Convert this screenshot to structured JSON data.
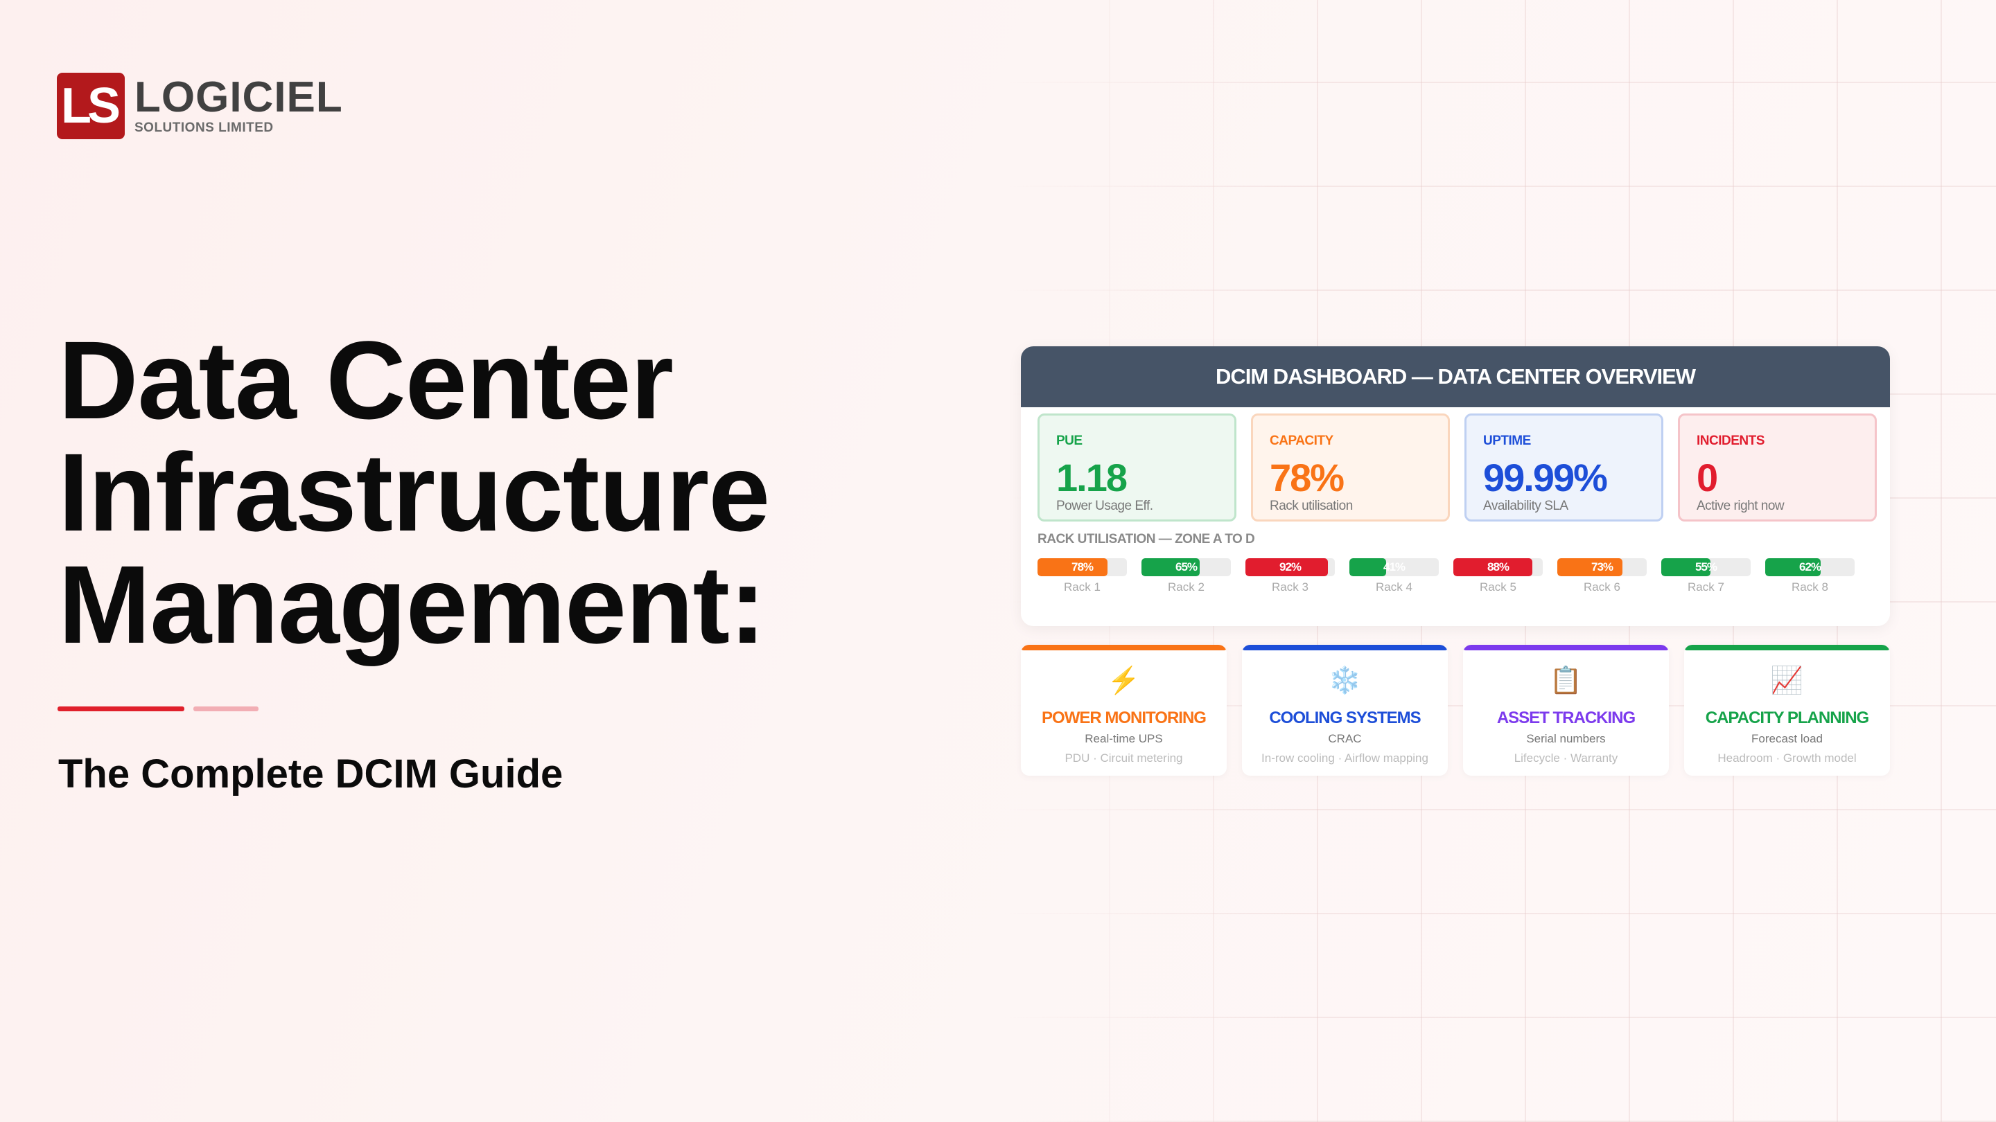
{
  "logo": {
    "mark": "LS",
    "name": "LOGICIEL",
    "tagline": "SOLUTIONS LIMITED"
  },
  "hero": {
    "title_lines": [
      "Data Center",
      "Infrastructure",
      "Management:"
    ],
    "subtitle": "The Complete DCIM Guide"
  },
  "dashboard": {
    "title": "DCIM DASHBOARD — DATA CENTER OVERVIEW",
    "kpis": [
      {
        "label": "PUE",
        "value": "1.18",
        "sub": "Power Usage Eff.",
        "color": "#16a34a",
        "bg": "#eef8f1",
        "border": "#bfe5cb"
      },
      {
        "label": "CAPACITY",
        "value": "78%",
        "sub": "Rack utilisation",
        "color": "#f97316",
        "bg": "#fff4ec",
        "border": "#fad6bd"
      },
      {
        "label": "UPTIME",
        "value": "99.99%",
        "sub": "Availability SLA",
        "color": "#1d4ed8",
        "bg": "#eef3fc",
        "border": "#bfd0f2"
      },
      {
        "label": "INCIDENTS",
        "value": "0",
        "sub": "Active right now",
        "color": "#e11d2e",
        "bg": "#fdeeee",
        "border": "#f5c4c9"
      }
    ],
    "rack_title": "RACK UTILISATION — ZONE A TO D",
    "racks": [
      {
        "name": "Rack 1",
        "label": "78%",
        "value": 78,
        "color": "#f97316"
      },
      {
        "name": "Rack 2",
        "label": "65%",
        "value": 65,
        "color": "#16a34a"
      },
      {
        "name": "Rack 3",
        "label": "92%",
        "value": 92,
        "color": "#e11d2e"
      },
      {
        "name": "Rack 4",
        "label": "41%",
        "value": 41,
        "color": "#16a34a"
      },
      {
        "name": "Rack 5",
        "label": "88%",
        "value": 88,
        "color": "#e11d2e"
      },
      {
        "name": "Rack 6",
        "label": "73%",
        "value": 73,
        "color": "#f97316"
      },
      {
        "name": "Rack 7",
        "label": "55%",
        "value": 55,
        "color": "#16a34a"
      },
      {
        "name": "Rack 8",
        "label": "62%",
        "value": 62,
        "color": "#16a34a"
      }
    ]
  },
  "features": [
    {
      "icon": "lightning-icon",
      "glyph": "⚡",
      "title": "POWER MONITORING",
      "sub": "Real-time UPS",
      "sub2": "PDU · Circuit metering",
      "color": "#f97316"
    },
    {
      "icon": "snowflake-icon",
      "glyph": "❄️",
      "title": "COOLING SYSTEMS",
      "sub": "CRAC",
      "sub2": "In-row cooling · Airflow mapping",
      "color": "#1d4ed8"
    },
    {
      "icon": "clipboard-icon",
      "glyph": "📋",
      "title": "ASSET TRACKING",
      "sub": "Serial numbers",
      "sub2": "Lifecycle · Warranty",
      "color": "#7c3aed"
    },
    {
      "icon": "chart-increasing-icon",
      "glyph": "📈",
      "title": "CAPACITY PLANNING",
      "sub": "Forecast load",
      "sub2": "Headroom · Growth model",
      "color": "#16a34a"
    }
  ]
}
